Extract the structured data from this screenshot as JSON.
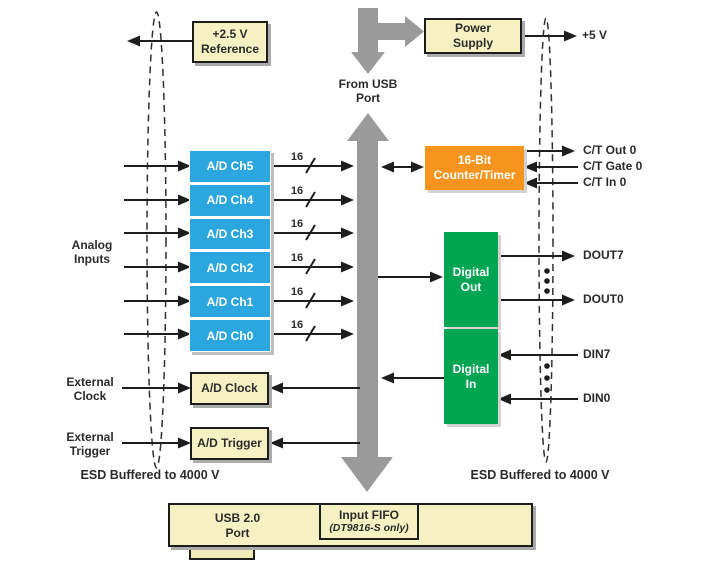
{
  "colors": {
    "block_fill_cream": "#F6F1C3",
    "adc_blue": "#2CA6DF",
    "counter_orange": "#F7941E",
    "digital_green": "#00A551",
    "bus_gray": "#9A9A9A",
    "line_black": "#1D1D1B"
  },
  "blocks": {
    "reference": {
      "line1": "+2.5 V",
      "line2": "Reference"
    },
    "power_supply": {
      "line1": "Power",
      "line2": "Supply"
    },
    "counter_timer": {
      "line1": "16-Bit",
      "line2": "Counter/Timer"
    },
    "digital_out": {
      "line1": "Digital",
      "line2": "Out"
    },
    "digital_in": {
      "line1": "Digital",
      "line2": "In"
    },
    "ad_clock": {
      "label": "A/D Clock"
    },
    "ad_trigger": {
      "label": "A/D Trigger"
    },
    "usb_port": {
      "line1": "USB 2.0",
      "line2": "Port"
    },
    "input_fifo": {
      "line1": "Input FIFO",
      "line2": "(DT9816-S only)"
    }
  },
  "adc": {
    "channels": [
      "A/D Ch5",
      "A/D Ch4",
      "A/D Ch3",
      "A/D Ch2",
      "A/D Ch1",
      "A/D Ch0"
    ],
    "bus_width": "16"
  },
  "labels": {
    "analog_inputs_line1": "Analog",
    "analog_inputs_line2": "Inputs",
    "from_usb_line1": "From USB",
    "from_usb_line2": "Port",
    "external_clock_line1": "External",
    "external_clock_line2": "Clock",
    "external_trigger_line1": "External",
    "external_trigger_line2": "Trigger",
    "esd_left": "ESD Buffered to 4000 V",
    "esd_right": "ESD Buffered to 4000 V",
    "plus_5v": "+5 V"
  },
  "signals": {
    "ct": [
      "C/T Out 0",
      "C/T Gate 0",
      "C/T In 0"
    ],
    "dout": [
      "DOUT7",
      "DOUT0"
    ],
    "din": [
      "DIN7",
      "DIN0"
    ]
  }
}
